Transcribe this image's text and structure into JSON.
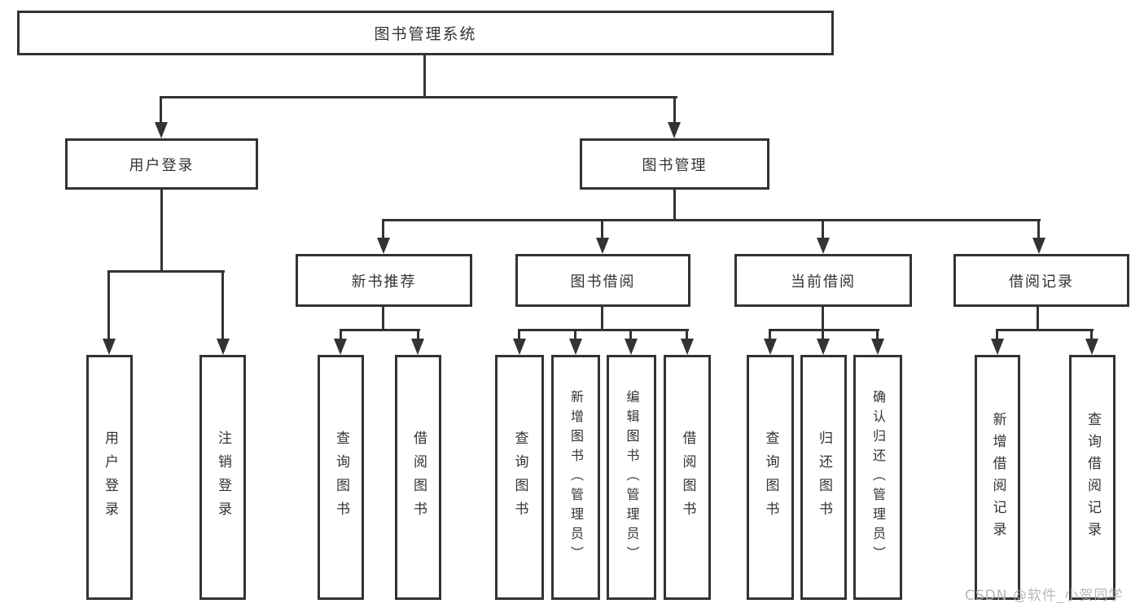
{
  "tree": {
    "label": "图书管理系统",
    "children": [
      {
        "label": "用户登录",
        "children": [
          {
            "label": "用户登录"
          },
          {
            "label": "注销登录"
          }
        ]
      },
      {
        "label": "图书管理",
        "children": [
          {
            "label": "新书推荐",
            "children": [
              {
                "label": "查询图书"
              },
              {
                "label": "借阅图书"
              }
            ]
          },
          {
            "label": "图书借阅",
            "children": [
              {
                "label": "查询图书"
              },
              {
                "label": "新增图书（管理员）"
              },
              {
                "label": "编辑图书（管理员）"
              },
              {
                "label": "借阅图书"
              }
            ]
          },
          {
            "label": "当前借阅",
            "children": [
              {
                "label": "查询图书"
              },
              {
                "label": "归还图书"
              },
              {
                "label": "确认归还（管理员）"
              }
            ]
          },
          {
            "label": "借阅记录",
            "children": [
              {
                "label": "新增借阅记录"
              },
              {
                "label": "查询借阅记录"
              }
            ]
          }
        ]
      }
    ]
  },
  "watermark": {
    "text": "CSDN @软件_小贺同学"
  },
  "colors": {
    "line": "#333333",
    "text": "#333333",
    "box_fill": "#ffffff",
    "background": "#ffffff",
    "watermark": "#b0b0b0"
  }
}
